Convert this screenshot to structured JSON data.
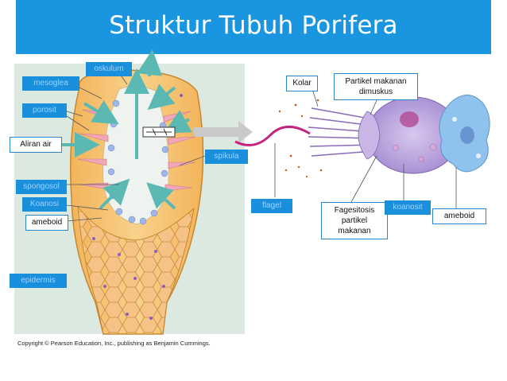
{
  "title": "Struktur Tubuh Porifera",
  "labels": {
    "oskulum": "oskulum",
    "mesoglea": "mesoglea",
    "porosit": "porosit",
    "aliran_air": "Aliran air",
    "spongosol": "spongosol",
    "koanosi": "Koanosi",
    "ameboid_left": "ameboid",
    "epidermis": "epidermis",
    "spikula": "spikula",
    "kolar": "Kolar",
    "partikel": "Partikel makanan dimuskus",
    "flagel": "flagel",
    "fagesitosis": "Fagesitosis partikel makanan",
    "koanosit": "koanosit",
    "ameboid_right": "ameboid"
  },
  "copyright": "Copyright © Pearson Education, Inc., publishing as Benjamin Cummings.",
  "colors": {
    "title_bar": "#1a95e0",
    "label_bg": "#1a8fdc",
    "label_text": "#9fd3ff",
    "cell_purple": "#a98fd0",
    "ameboid_blue": "#7fb6e6",
    "sponge_orange": "#f2b45e",
    "water_arrow": "#5cb8b2"
  }
}
